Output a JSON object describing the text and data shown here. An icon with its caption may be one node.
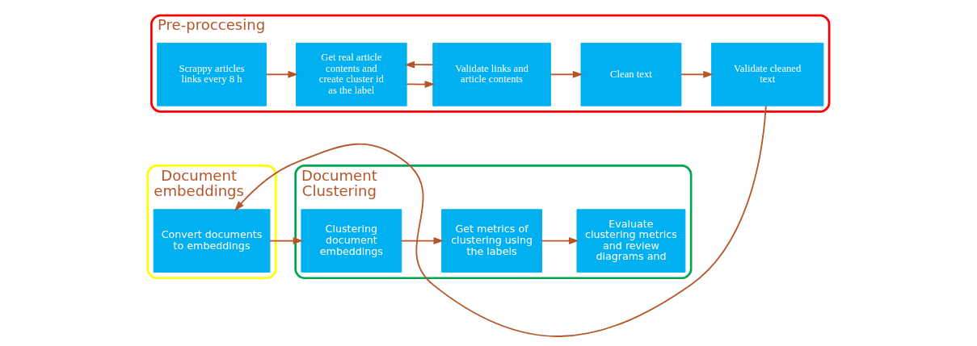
{
  "diagram": {
    "nodes": [
      {
        "text": [
          "Pre-proccesing"
        ]
      },
      {
        "text": [
          "Scrappy articles links every 8 h"
        ],
        "in": 0
      },
      {
        "text": [
          "Get real article contents and create cluster id as the label"
        ],
        "in": 0
      },
      {
        "text": [
          "Validate links and article contents"
        ],
        "in": 0
      },
      {
        "text": [
          "Clean text"
        ],
        "in": 0
      },
      {
        "text": [
          "Validate cleaned text"
        ],
        "in": 0
      },
      {
        "text": [
          "Document embeddings"
        ]
      },
      {
        "text": [
          "Convert documents to embeddings"
        ],
        "in": 6
      },
      {
        "text": [
          "Document Clustering"
        ]
      },
      {
        "text": [
          "Clustering document embeddings"
        ],
        "in": 8
      },
      {
        "text": [
          "Get metrics of clustering using the labels"
        ],
        "in": 8
      },
      {
        "text": [
          "Evaluate clustering metrics and review diagrams and"
        ],
        "in": 8
      }
    ],
    "edges": [
      {
        "from": 1,
        "to": 2,
        "arrow": "to"
      },
      {
        "from": 2,
        "to": 3,
        "arrow": "to"
      },
      {
        "from": 3,
        "to": 2,
        "arrow": "to"
      },
      {
        "from": 3,
        "to": 4,
        "arrow": "to"
      },
      {
        "from": 4,
        "to": 5,
        "arrow": "to"
      },
      {
        "from": 5,
        "to": 7,
        "arrow": "to"
      },
      {
        "from": 7,
        "to": 9,
        "arrow": "to"
      },
      {
        "from": 9,
        "to": 10,
        "arrow": "to"
      },
      {
        "from": 10,
        "to": 11,
        "arrow": "to"
      }
    ]
  }
}
